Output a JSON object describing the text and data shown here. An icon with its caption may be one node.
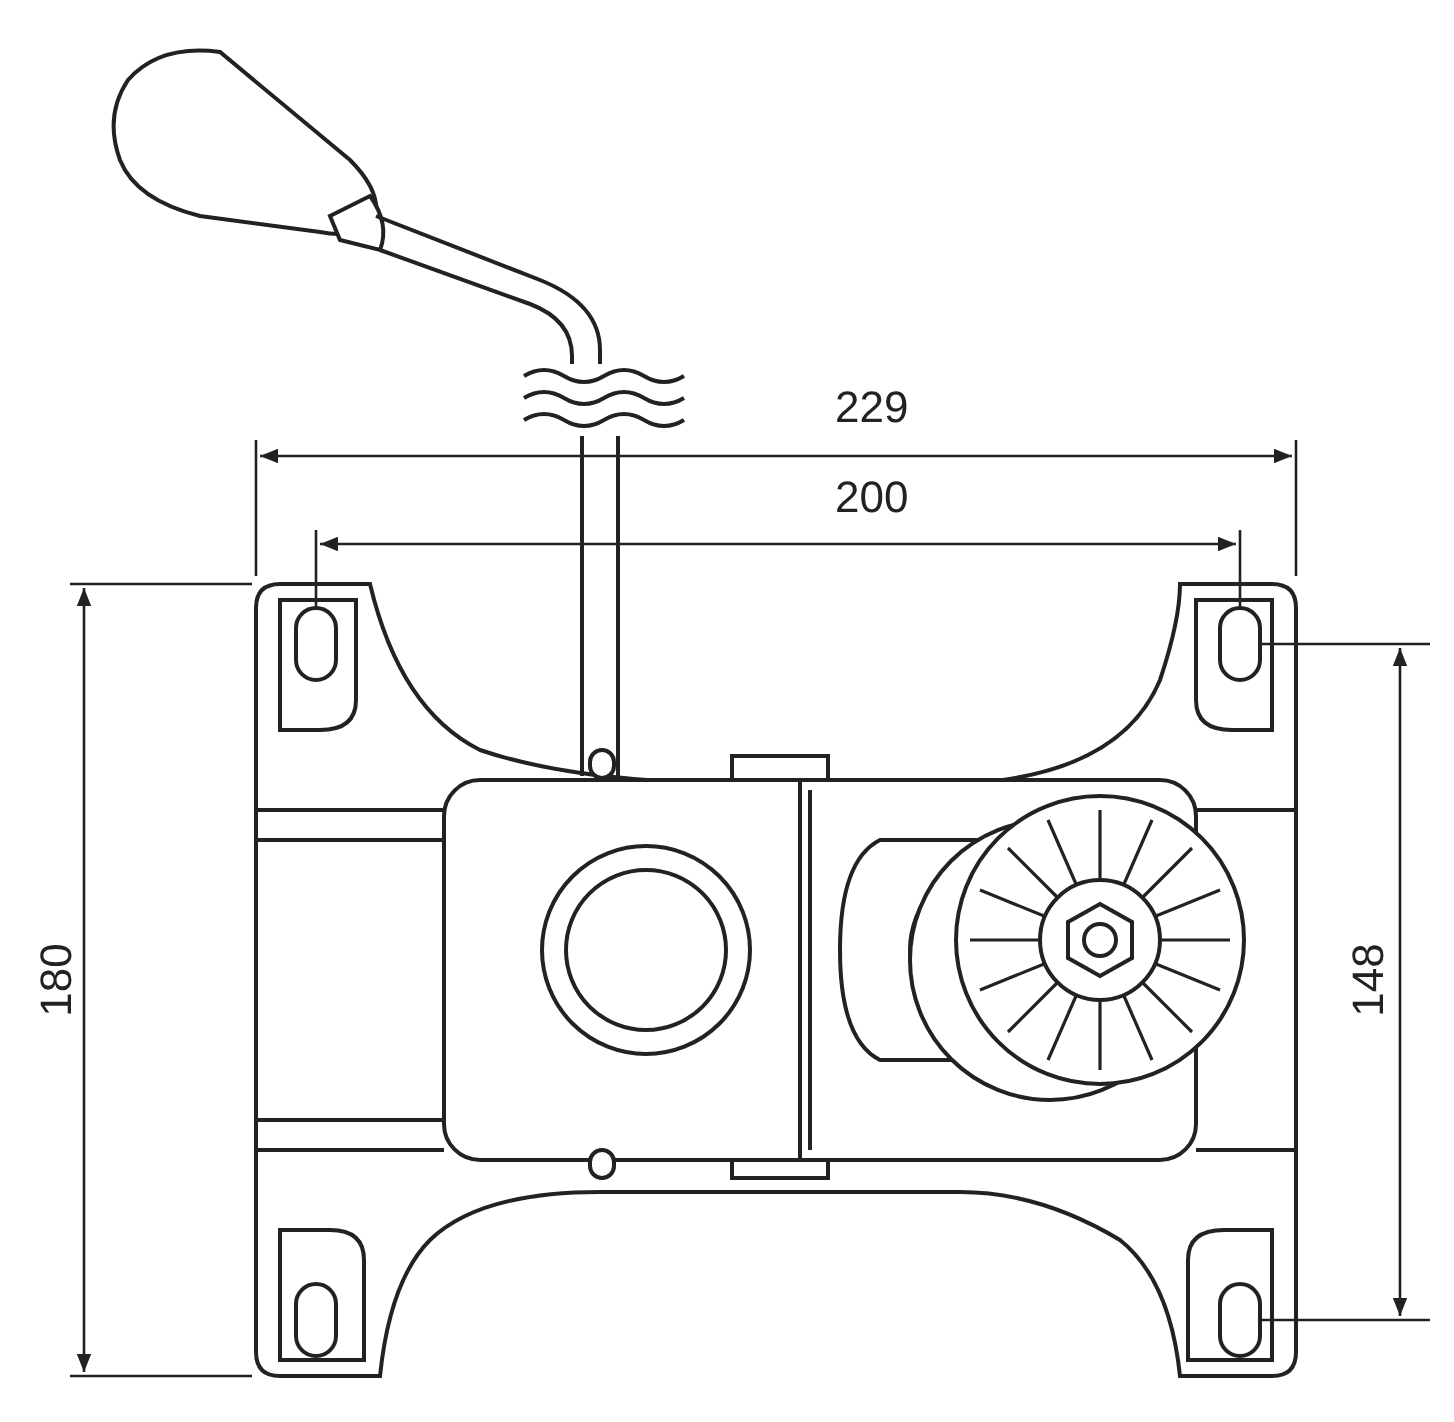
{
  "diagram": {
    "labels": [
      "229",
      "200",
      "180",
      "148"
    ]
  }
}
